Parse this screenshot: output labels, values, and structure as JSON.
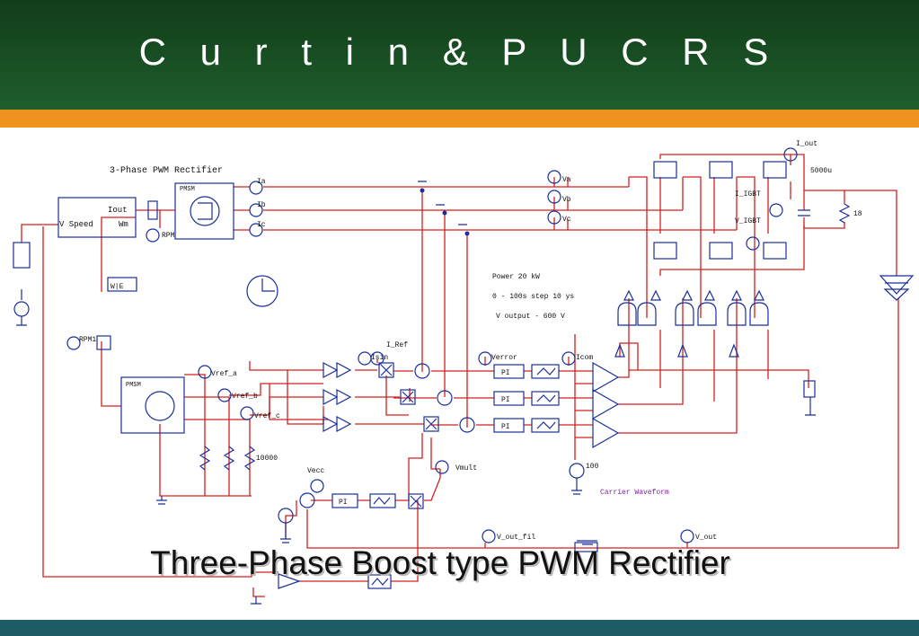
{
  "slide": {
    "title": "C u r t i n   &   P U C R S",
    "caption": "Three-Phase Boost type PWM Rectifier"
  },
  "colors": {
    "header_green": "#1f5e2b",
    "accent_orange": "#f0921e",
    "footer_teal": "#1e5c66",
    "wire_red": "#d42020",
    "component_blue": "#1a2f9c",
    "note_purple": "#7a1f9c"
  },
  "schematic": {
    "title": "3-Phase PWM Rectifier",
    "generator_block": {
      "out_label": "Iout",
      "speed_label": "V Speed",
      "wm_label": "Wm"
    },
    "machine_label": "PMSM",
    "machine2_label": "PMSM",
    "rpm_label": "RPM",
    "rpm1_label": "RPM1",
    "gear_label": "W|E",
    "current_probes": [
      "Ia",
      "Ib",
      "Ic"
    ],
    "voltage_probes": [
      "Va",
      "Vb",
      "Vc"
    ],
    "ref_probes": [
      "Vref_a",
      "Vref_b",
      "Vref_c"
    ],
    "ref_resistor": "10000",
    "signal_labels": {
      "i_ref": "I_Ref",
      "isin": "Isin",
      "verror": "Verror",
      "icom": "Icom",
      "vmult": "Vmult",
      "vecc": "Vecc",
      "v_out_fil": "V_out_fil",
      "v_out": "V_out",
      "i_out": "I_out",
      "i_igbt": "I_IGBT",
      "v_igbt": "V_IGBT"
    },
    "controller_labels": [
      "PI",
      "PI",
      "PI",
      "PI"
    ],
    "capacitor": "5000u",
    "load_resistor": "18",
    "carrier_amplitude": "100",
    "carrier_label": "Carrier Waveform",
    "notes": [
      "Power 20 kW",
      "0 - 100s step 10 ys",
      "V output - 600 V"
    ]
  }
}
